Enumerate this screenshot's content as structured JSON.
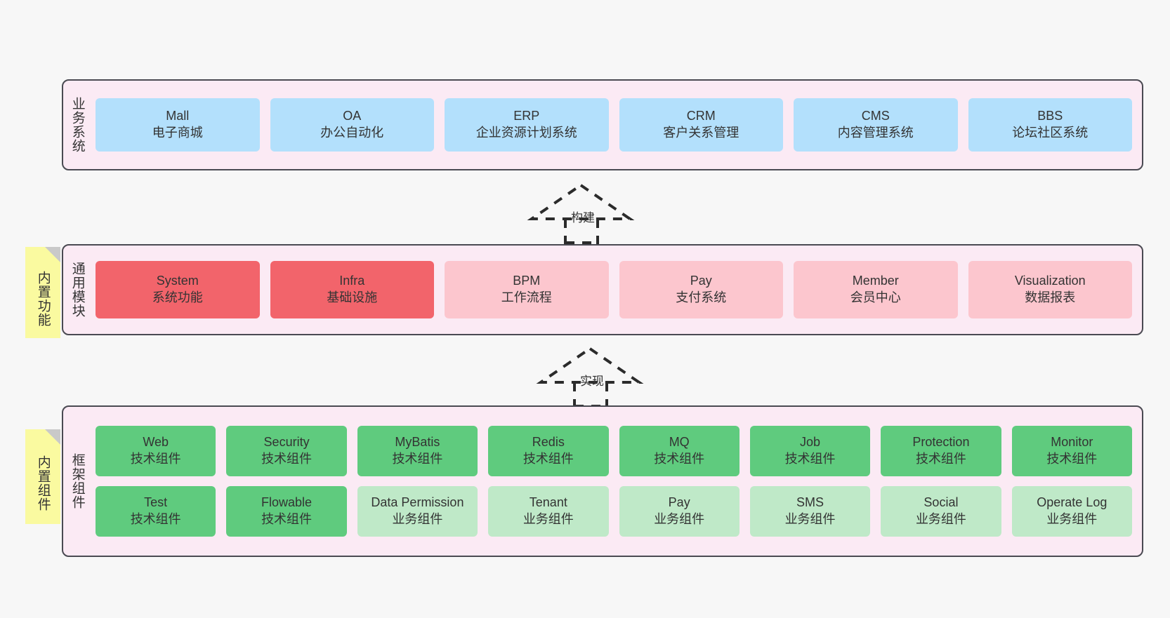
{
  "canvas": {
    "background": "#f7f7f7",
    "panel_fill": "#fbeaf4",
    "panel_border": "#4a4a52",
    "sticky_fill": "#fafaa0",
    "sticky_fold": "#c9c9c9"
  },
  "layers": [
    {
      "id": "business-systems",
      "label": "业务系统",
      "sticky": null,
      "rows": [
        {
          "cards": [
            {
              "title": "Mall",
              "subtitle": "电子商城",
              "color": "#b3e0fc",
              "style": "c-blue"
            },
            {
              "title": "OA",
              "subtitle": "办公自动化",
              "color": "#b3e0fc",
              "style": "c-blue"
            },
            {
              "title": "ERP",
              "subtitle": "企业资源计划系统",
              "color": "#b3e0fc",
              "style": "c-blue"
            },
            {
              "title": "CRM",
              "subtitle": "客户关系管理",
              "color": "#b3e0fc",
              "style": "c-blue"
            },
            {
              "title": "CMS",
              "subtitle": "内容管理系统",
              "color": "#b3e0fc",
              "style": "c-blue"
            },
            {
              "title": "BBS",
              "subtitle": "论坛社区系统",
              "color": "#b3e0fc",
              "style": "c-blue"
            }
          ]
        }
      ]
    },
    {
      "id": "general-modules",
      "label": "通用模块",
      "sticky": "内置功能",
      "rows": [
        {
          "cards": [
            {
              "title": "System",
              "subtitle": "系统功能",
              "color": "#f2646b",
              "style": "c-red"
            },
            {
              "title": "Infra",
              "subtitle": "基础设施",
              "color": "#f2646b",
              "style": "c-red"
            },
            {
              "title": "BPM",
              "subtitle": "工作流程",
              "color": "#fcc6ce",
              "style": "c-pink"
            },
            {
              "title": "Pay",
              "subtitle": "支付系统",
              "color": "#fcc6ce",
              "style": "c-pink"
            },
            {
              "title": "Member",
              "subtitle": "会员中心",
              "color": "#fcc6ce",
              "style": "c-pink"
            },
            {
              "title": "Visualization",
              "subtitle": "数据报表",
              "color": "#fcc6ce",
              "style": "c-pink"
            }
          ]
        }
      ]
    },
    {
      "id": "framework-components",
      "label": "框架组件",
      "sticky": "内置组件",
      "rows": [
        {
          "cards": [
            {
              "title": "Web",
              "subtitle": "技术组件",
              "color": "#5fcb7e",
              "style": "c-green"
            },
            {
              "title": "Security",
              "subtitle": "技术组件",
              "color": "#5fcb7e",
              "style": "c-green"
            },
            {
              "title": "MyBatis",
              "subtitle": "技术组件",
              "color": "#5fcb7e",
              "style": "c-green"
            },
            {
              "title": "Redis",
              "subtitle": "技术组件",
              "color": "#5fcb7e",
              "style": "c-green"
            },
            {
              "title": "MQ",
              "subtitle": "技术组件",
              "color": "#5fcb7e",
              "style": "c-green"
            },
            {
              "title": "Job",
              "subtitle": "技术组件",
              "color": "#5fcb7e",
              "style": "c-green"
            },
            {
              "title": "Protection",
              "subtitle": "技术组件",
              "color": "#5fcb7e",
              "style": "c-green"
            },
            {
              "title": "Monitor",
              "subtitle": "技术组件",
              "color": "#5fcb7e",
              "style": "c-green"
            }
          ]
        },
        {
          "cards": [
            {
              "title": "Test",
              "subtitle": "技术组件",
              "color": "#5fcb7e",
              "style": "c-green"
            },
            {
              "title": "Flowable",
              "subtitle": "技术组件",
              "color": "#5fcb7e",
              "style": "c-green"
            },
            {
              "title": "Data Permission",
              "subtitle": "业务组件",
              "color": "#bfe9c8",
              "style": "c-greenlight"
            },
            {
              "title": "Tenant",
              "subtitle": "业务组件",
              "color": "#bfe9c8",
              "style": "c-greenlight"
            },
            {
              "title": "Pay",
              "subtitle": "业务组件",
              "color": "#bfe9c8",
              "style": "c-greenlight"
            },
            {
              "title": "SMS",
              "subtitle": "业务组件",
              "color": "#bfe9c8",
              "style": "c-greenlight"
            },
            {
              "title": "Social",
              "subtitle": "业务组件",
              "color": "#bfe9c8",
              "style": "c-greenlight"
            },
            {
              "title": "Operate Log",
              "subtitle": "业务组件",
              "color": "#bfe9c8",
              "style": "c-greenlight"
            }
          ]
        }
      ]
    }
  ],
  "connectors": [
    {
      "id": "build-connector",
      "label": "构建",
      "icon": "dashed-generalization-arrow-up"
    },
    {
      "id": "implement-connector",
      "label": "实现",
      "icon": "dashed-generalization-arrow-up"
    }
  ]
}
